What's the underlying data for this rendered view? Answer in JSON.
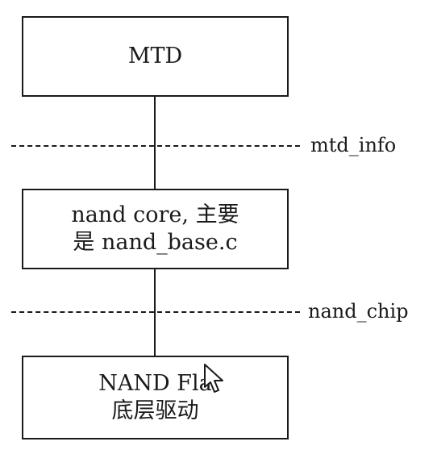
{
  "diagram": {
    "boxes": {
      "mtd": {
        "line1": "MTD"
      },
      "core": {
        "line1": "nand core, 主要",
        "line2": "是 nand_base.c"
      },
      "driver": {
        "line1": "NAND Fla",
        "line2": "底层驱动"
      }
    },
    "interfaces": {
      "upper": "mtd_info",
      "lower": "nand_chip"
    }
  },
  "icons": {
    "cursor": "mouse-pointer-icon"
  }
}
